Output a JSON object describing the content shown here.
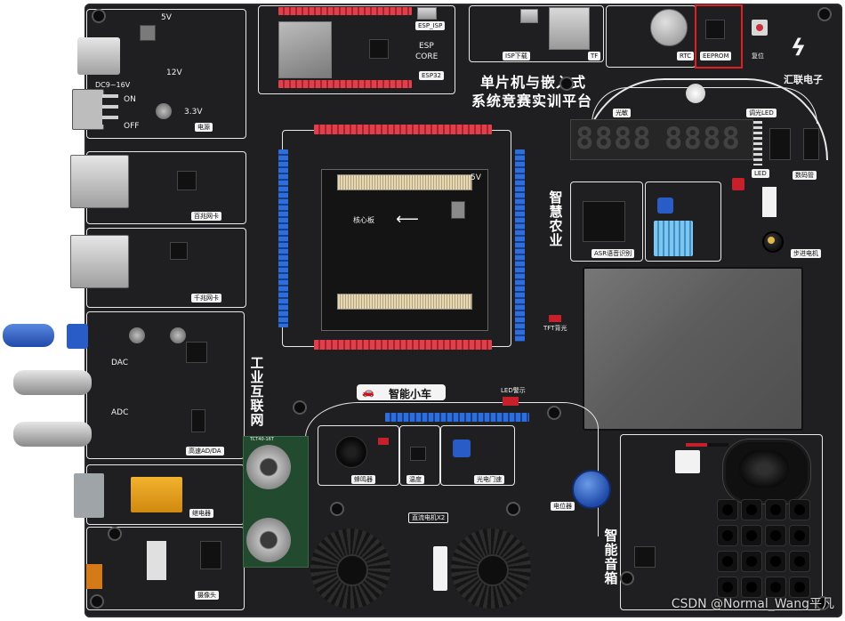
{
  "board": {
    "title_line1": "单片机与嵌入式",
    "title_line2": "系统竞赛实训平台",
    "logo_text": "汇联电子"
  },
  "labels": {
    "esp_isp": "ESP_ISP",
    "esp_core_1": "ESP",
    "esp_core_2": "CORE",
    "esp32": "ESP32",
    "isp_download": "ISP下载",
    "tf": "TF",
    "rtc": "RTC",
    "eeprom": "EEPROM",
    "reset": "复位",
    "power_5v": "5V",
    "power_12v": "12V",
    "power_33v": "3.3V",
    "dc_input": "DC9~16V",
    "on": "ON",
    "off": "OFF",
    "power": "电源",
    "fast_ethernet": "百兆网卡",
    "gigabit_ethernet": "千兆网卡",
    "dac": "DAC",
    "adc": "ADC",
    "industrial_iot": "工业互联网",
    "high_speed_adda": "高速AD/DA",
    "relay": "继电器",
    "camera": "摄像头",
    "light_sensor": "光敏",
    "dimming_led": "调光LED",
    "led": "LED",
    "digital_tube": "数码管",
    "smart_agriculture": "智慧农业",
    "asr": "ASR语音识别",
    "stepper": "步进电机",
    "core_board": "核心板",
    "core_5v": "5V",
    "smart_car": "智能小车",
    "buzzer": "蜂鸣器",
    "temperature": "温度",
    "photo_gate": "光电门速",
    "potentiometer": "电位器",
    "dc_motor": "直流电机X2",
    "led_lamp": "LED警示",
    "tft_backlight": "TFT背光",
    "smart_speaker": "智能音箱",
    "ultrasonic_chip": "TCT40-16T"
  },
  "segment_display": [
    "8888",
    "8888"
  ],
  "watermark": "CSDN @Normal_Wang平凡",
  "highlight_color": "#e02020"
}
